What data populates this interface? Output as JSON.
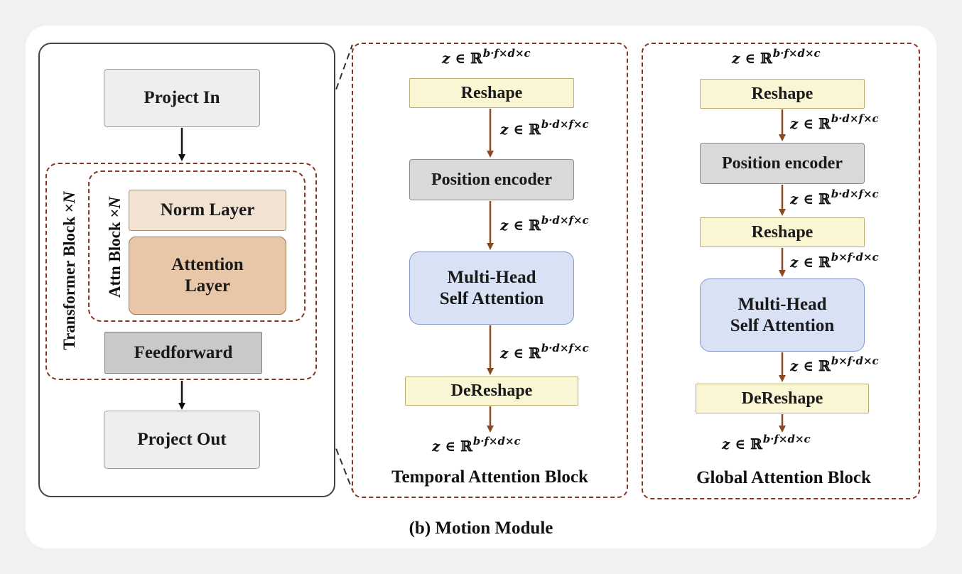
{
  "left": {
    "project_in": "Project In",
    "transformer_label": "Transformer Block × ",
    "attn_block_label": "Attn Block × ",
    "n_symbol": "N",
    "norm_layer": "Norm Layer",
    "attention_layer_line1": "Attention",
    "attention_layer_line2": "Layer",
    "feedforward": "Feedforward",
    "project_out": "Project  Out"
  },
  "temporal": {
    "caption": "Temporal Attention Block",
    "reshape": "Reshape",
    "position_encoder": "Position encoder",
    "mhsa_line1": "Multi-Head",
    "mhsa_line2": "Self Attention",
    "dereshape": "DeReshape",
    "shapes": [
      "b·f×d×c",
      "b·d×f×c",
      "b·d×f×c",
      "b·d×f×c",
      "b·f×d×c"
    ]
  },
  "global": {
    "caption": "Global Attention Block",
    "reshape1": "Reshape",
    "position_encoder": "Position encoder",
    "reshape2": "Reshape",
    "mhsa_line1": "Multi-Head",
    "mhsa_line2": "Self Attention",
    "dereshape": "DeReshape",
    "shapes": [
      "b·f×d×c",
      "b·d×f×c",
      "b·d×f×c",
      "b×f·d×c",
      "b×f·d×c",
      "b·f×d×c"
    ]
  },
  "math": {
    "z": "z",
    "in_real": " ∈ ℝ"
  },
  "caption": "(b) Motion Module",
  "colors": {
    "dashed_border": "#8a3324",
    "arrow_brown": "#8b4a24",
    "arrow_black": "#111111",
    "attention_fill": "#e7c7a8",
    "norm_fill": "#f2e2d2",
    "reshape_fill": "#faf5d2",
    "mhsa_fill": "#d9e2f5",
    "position_fill": "#d9d9d9",
    "feedforward_fill": "#c9c9c9"
  }
}
